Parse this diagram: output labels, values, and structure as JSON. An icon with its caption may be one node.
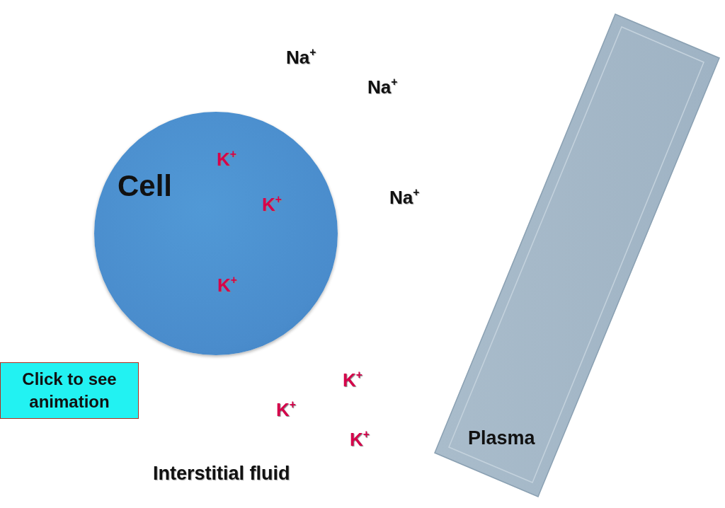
{
  "diagram": {
    "nodes": [
      {
        "text": [
          "Cell"
        ]
      },
      {
        "text": [
          "Click to see animation"
        ]
      },
      {
        "text": [
          "Plasma"
        ]
      }
    ],
    "labels": [
      "Na$^{+}$",
      "Na$^{+}$",
      "K$^{+}$",
      "Na$^{+}$",
      "K$^{+}$",
      "K$^{+}$",
      "K$^{+}$",
      "K$^{+}$",
      "K$^{+}$",
      "Interstitial fluid"
    ]
  }
}
